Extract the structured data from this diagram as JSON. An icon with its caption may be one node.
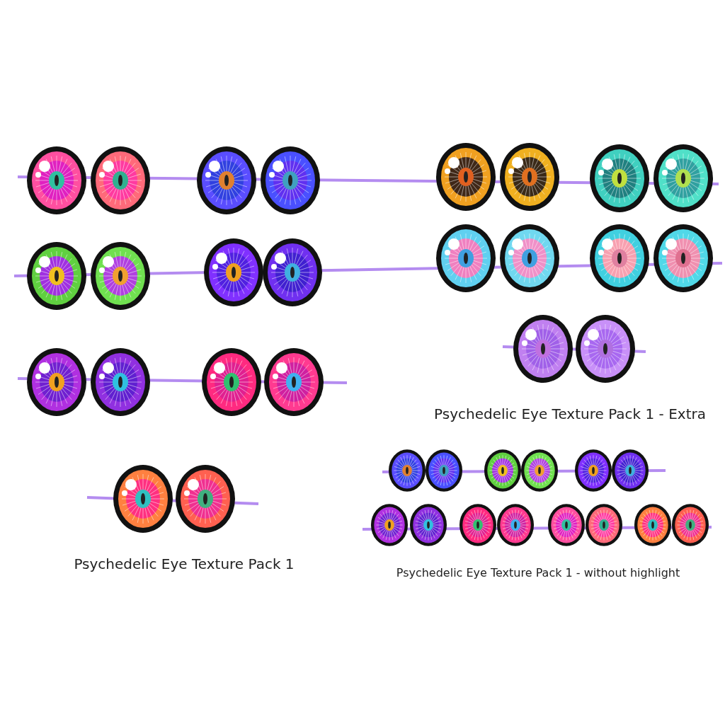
{
  "diagram": {
    "labels": [
      "Psychedelic Eye Texture Pack 1 - Extra",
      "Psychedelic Eye Texture Pack 1",
      "Psychedelic Eye Texture Pack 1 - without highlight"
    ]
  }
}
